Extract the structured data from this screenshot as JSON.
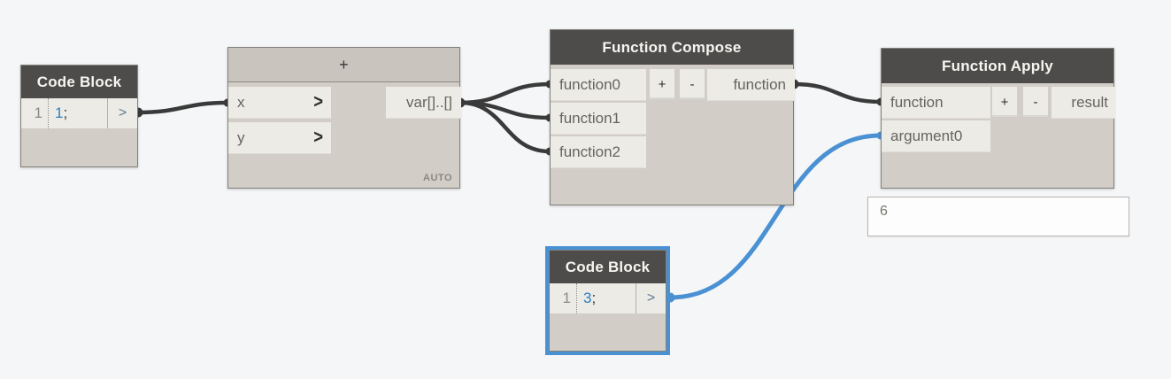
{
  "colors": {
    "background": "#f5f6f7",
    "nodeHeaderDark": "#4e4c4a",
    "nodeHeaderLight": "#c9c5be",
    "nodeBody": "#d2cec7",
    "portRow": "#edebe5",
    "nodeBorder": "#82807a",
    "wire": "#3a3a3a",
    "accentBlue": "#4a91d4",
    "codeBlue": "#2d7dc3",
    "previewBorder": "#b8b6b2",
    "previewBackground": "#fdfdfd"
  },
  "nodes": {
    "codeBlock1": {
      "title": "Code Block",
      "lineNumber": "1",
      "codeValue": "1",
      "codeTerminator": ";",
      "outputGlyph": ">"
    },
    "plus": {
      "title": "+",
      "inputs": [
        "x",
        "y"
      ],
      "defaultChevron": ">",
      "output": "var[]..[]",
      "lacing": "AUTO"
    },
    "compose": {
      "title": "Function Compose",
      "inputs": [
        "function0",
        "function1",
        "function2"
      ],
      "addButton": "+",
      "removeButton": "-",
      "output": "function"
    },
    "apply": {
      "title": "Function Apply",
      "inputs": [
        "function",
        "argument0"
      ],
      "addButton": "+",
      "removeButton": "-",
      "output": "result",
      "preview": "6"
    },
    "codeBlock2": {
      "title": "Code Block",
      "lineNumber": "1",
      "codeValue": "3",
      "codeTerminator": ";",
      "outputGlyph": ">",
      "selected": true
    }
  }
}
